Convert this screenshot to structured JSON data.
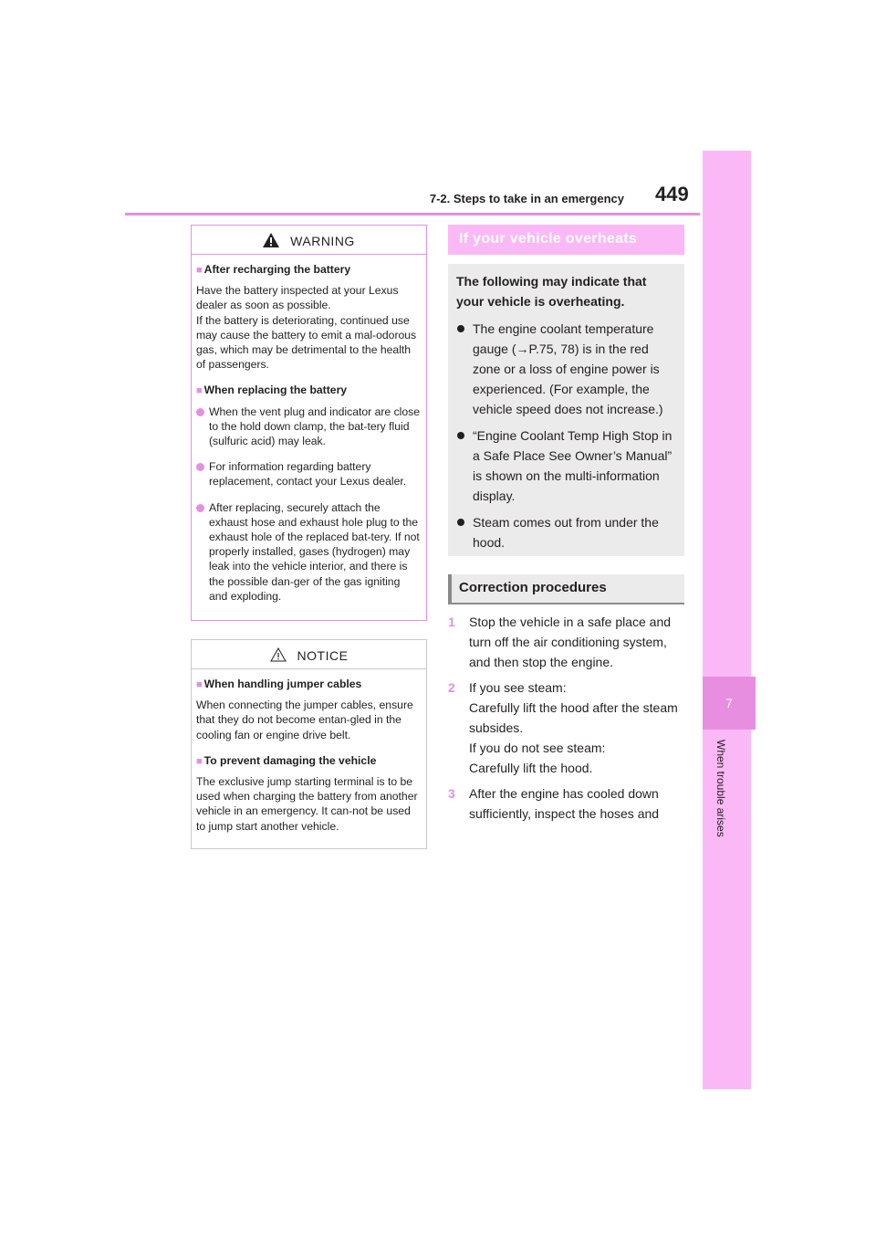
{
  "header": {
    "section": "7-2. Steps to take in an emergency",
    "page": "449"
  },
  "side_tab": {
    "number": "7",
    "label": "When trouble arises"
  },
  "warning": {
    "title": "WARNING",
    "sections": [
      {
        "heading": "After recharging the battery",
        "text": [
          "Have the battery inspected at your Lexus dealer as soon as possible.",
          "If the battery is deteriorating, continued use may cause the battery to emit a mal-odorous gas, which may be detrimental to the health of passengers."
        ]
      },
      {
        "heading": "When replacing the battery",
        "bullets": [
          "When the vent plug and indicator are close to the hold down clamp, the bat-tery fluid (sulfuric acid) may leak.",
          "For information regarding battery replacement, contact your Lexus dealer.",
          "After replacing, securely attach the exhaust hose and exhaust hole plug to the exhaust hole of the replaced bat-tery. If not properly installed, gases (hydrogen) may leak into the vehicle interior, and there is the possible dan-ger of the gas igniting and exploding."
        ]
      }
    ]
  },
  "notice": {
    "title": "NOTICE",
    "sections": [
      {
        "heading": "When handling jumper cables",
        "text": "When connecting the jumper cables, ensure that they do not become entan-gled in the cooling fan or engine drive belt."
      },
      {
        "heading": "To prevent damaging the vehicle",
        "text": "The exclusive jump starting terminal is to be used when charging the battery from another vehicle in an emergency. It can-not be used to jump start another vehicle."
      }
    ]
  },
  "overheat": {
    "banner": "If your vehicle overheats",
    "lead": "The following may indicate that your vehicle is overheating.",
    "items": [
      "The engine coolant temperature gauge (→P.75, 78) is in the red zone or a loss of engine power is experienced. (For example, the vehicle speed does not increase.)",
      "“Engine Coolant Temp High Stop in a Safe Place See Owner’s Manual” is shown on the multi-information display.",
      "Steam comes out from under the hood."
    ]
  },
  "correction": {
    "heading": "Correction procedures",
    "steps": [
      {
        "num": "1",
        "lines": [
          "Stop the vehicle in a safe place and turn off the air conditioning system, and then stop the engine."
        ]
      },
      {
        "num": "2",
        "lines": [
          "If you see steam:",
          "Carefully lift the hood after the steam subsides.",
          "If you do not see steam:",
          "Carefully lift the hood."
        ]
      },
      {
        "num": "3",
        "lines": [
          "After the engine has cooled down sufficiently, inspect the hoses and"
        ]
      }
    ]
  },
  "colors": {
    "accent": "#e88ee0",
    "tab": "#fbb8f6",
    "grey_panel": "#ebebeb"
  }
}
